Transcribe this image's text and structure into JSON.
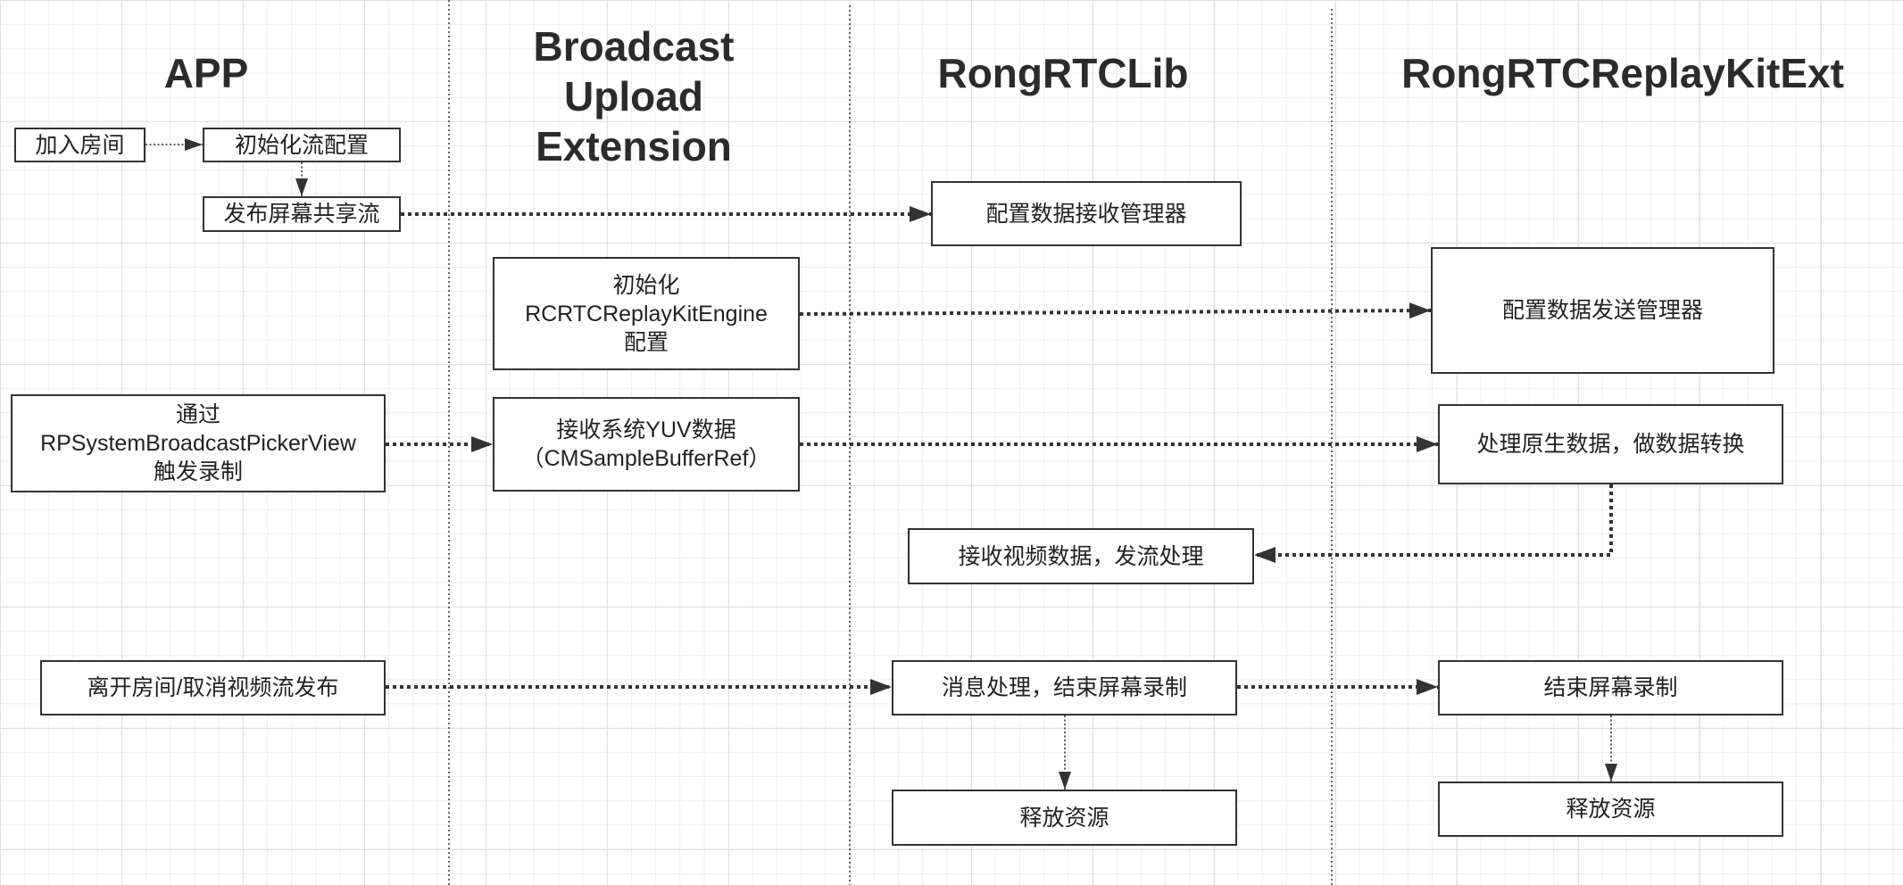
{
  "columns": {
    "app": "APP",
    "broadcast_upload_extension": [
      "Broadcast",
      "Upload",
      "Extension"
    ],
    "rongrtclib": "RongRTCLib",
    "rongrtcreplaykitext": "RongRTCReplayKitExt"
  },
  "app": {
    "join_room": "加入房间",
    "init_stream_config": "初始化流配置",
    "publish_screen_share": "发布屏幕共享流",
    "trigger_record": [
      "通过",
      "RPSystemBroadcastPickerView",
      "触发录制"
    ],
    "leave_room": "离开房间/取消视频流发布"
  },
  "broadcast_upload_extension": {
    "init_engine": [
      "初始化",
      "RCRTCReplayKitEngine",
      "配置"
    ],
    "receive_yuv": [
      "接收系统YUV数据",
      "（CMSampleBufferRef）"
    ]
  },
  "rongrtclib": {
    "config_receive_manager": "配置数据接收管理器",
    "receive_video": "接收视频数据，发流处理",
    "message_handling": "消息处理，结束屏幕录制",
    "release_resources": "释放资源"
  },
  "rongrtcreplaykitext": {
    "config_send_manager": "配置数据发送管理器",
    "process_raw_data": "处理原生数据，做数据转换",
    "end_screen_record": "结束屏幕录制",
    "release_resources": "释放资源"
  },
  "colors": {
    "ink": "#333333",
    "text": "#222222",
    "header_text": "#2b2b2b",
    "grid_minor": "#eeeeee",
    "grid_major": "#e0e0e0",
    "background": "#ffffff"
  }
}
